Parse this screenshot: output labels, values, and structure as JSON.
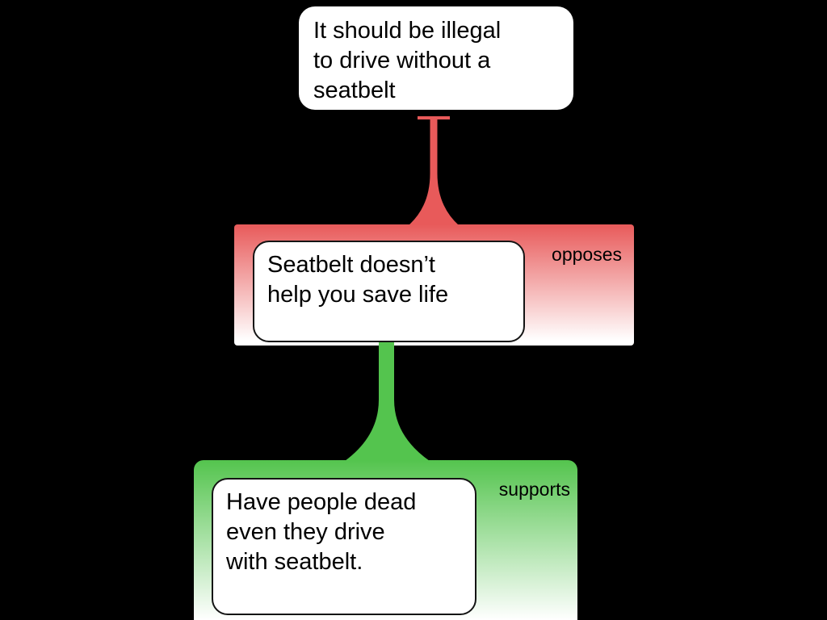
{
  "map": {
    "claim": {
      "text": "It should be illegal\nto drive without a\nseatbelt"
    },
    "objection": {
      "relation_label": "opposes",
      "text": "Seatbelt doesn’t\nhelp you save life"
    },
    "support": {
      "relation_label": "supports",
      "text": "Have people dead\neven they drive\nwith seatbelt."
    }
  },
  "colors": {
    "opposes": "#e85a5a",
    "supports": "#54c44e",
    "node_bg": "#ffffff",
    "background": "#000000",
    "text": "#000000"
  }
}
